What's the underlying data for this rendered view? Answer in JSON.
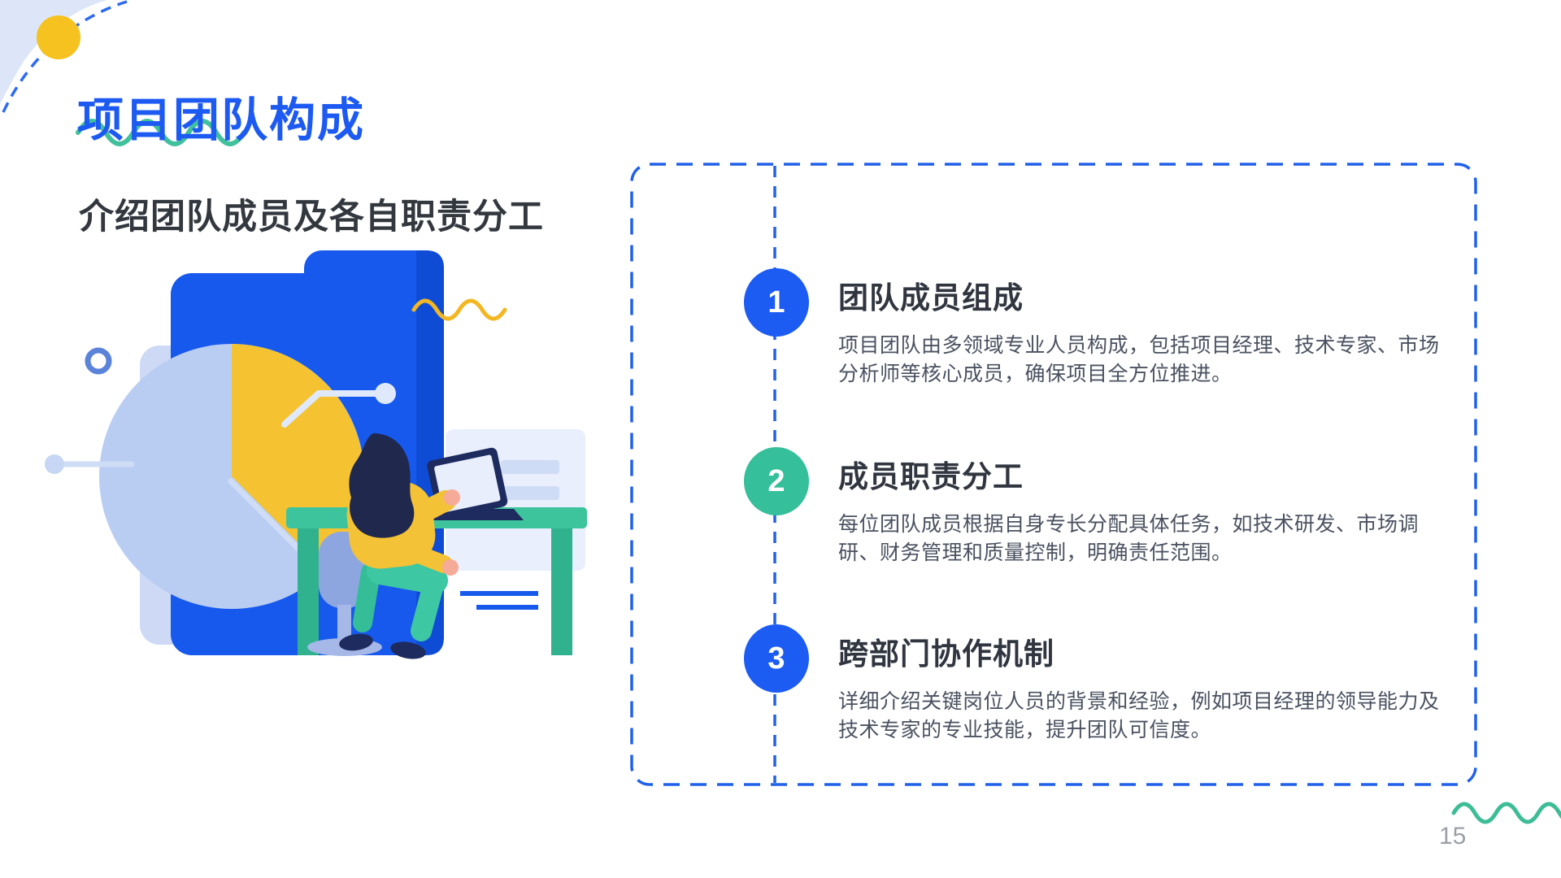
{
  "slide": {
    "title": "项目团队构成",
    "subtitle": "介绍团队成员及各自职责分工",
    "page_number": "15"
  },
  "items": [
    {
      "number": "1",
      "heading": "团队成员组成",
      "body": "项目团队由多领域专业人员构成，包括项目经理、技术专家、市场分析师等核心成员，确保项目全方位推进。",
      "badge_color": "#1c5cf2"
    },
    {
      "number": "2",
      "heading": "成员职责分工",
      "body": "每位团队成员根据自身专长分配具体任务，如技术研发、市场调研、财务管理和质量控制，明确责任范围。",
      "badge_color": "#35bf9a"
    },
    {
      "number": "3",
      "heading": "跨部门协作机制",
      "body": "详细介绍关键岗位人员的背景和经验，例如项目经理的领导能力及技术专家的专业技能，提升团队可信度。",
      "badge_color": "#1c5cf2"
    }
  ],
  "colors": {
    "title_blue": "#1d5af2",
    "accent_blue": "#1c5cf2",
    "teal_green": "#35bf9a",
    "yellow": "#f6c21f",
    "heading_text": "#30353f",
    "body_text": "#4a5160",
    "dashed_border_blue": "#2160e8",
    "light_blue": "#b9cdf2",
    "pale_blue": "#e9effc",
    "page_number_gray": "#9aa0a6"
  },
  "decor": {
    "icons": [
      "corner-blob",
      "dashed-arc",
      "yellow-dot",
      "title-underline-wave",
      "folder-icon",
      "pie-chart-icon",
      "document-panel",
      "desk-icon",
      "laptop-icon",
      "person-at-desk-illustration",
      "yellow-squiggle",
      "green-wave"
    ]
  }
}
